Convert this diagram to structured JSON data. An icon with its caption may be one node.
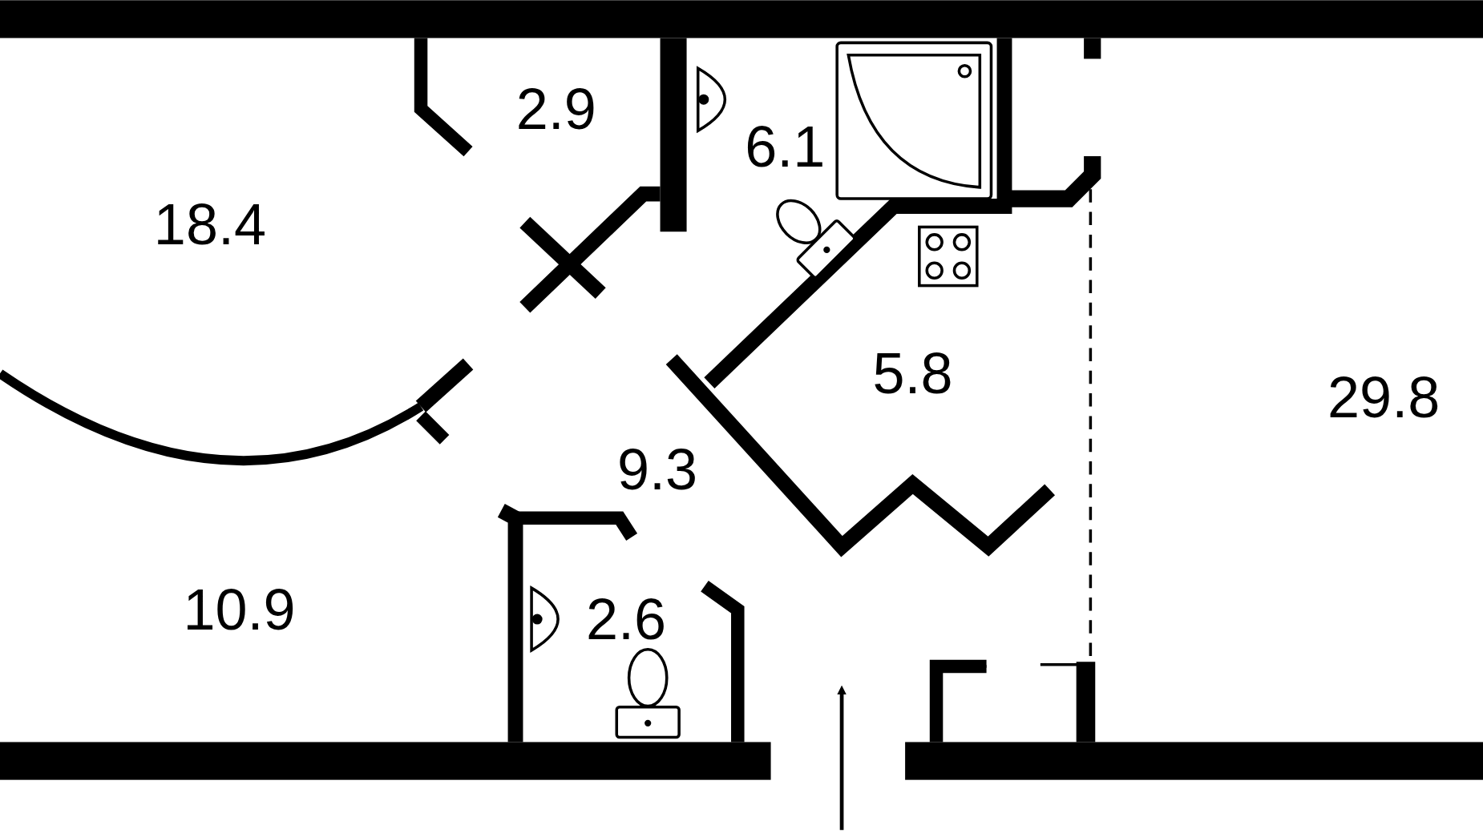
{
  "diagram": {
    "labels": [
      "2.9",
      "6.1",
      "18.4",
      "5.8",
      "29.8",
      "9.3",
      "10.9",
      "2.6"
    ]
  }
}
